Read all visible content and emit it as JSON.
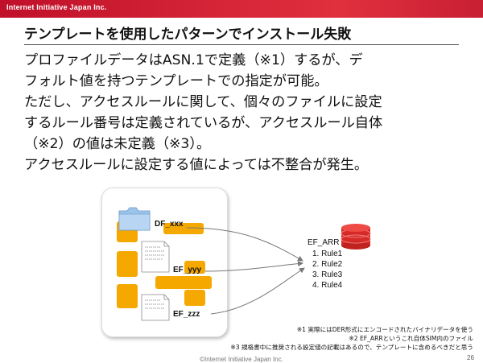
{
  "header": {
    "brand": "Internet Initiative Japan Inc."
  },
  "title": "テンプレートを使用したパターンでインストール失敗",
  "body_lines": [
    "プロファイルデータはASN.1で定義（※1）するが、デ",
    "フォルト値を持つテンプレートでの指定が可能。",
    "ただし、アクセスルールに関して、個々のファイルに設定",
    "するルール番号は定義されているが、アクセスルール自体",
    "（※2）の値は未定義（※3）。",
    "アクセスルールに設定する値によっては不整合が発生。"
  ],
  "diagram": {
    "files": [
      "DF_xxx",
      "EF_yyy",
      "EF_zzz"
    ],
    "target_label": "EF_ARR",
    "rules": [
      "1.  Rule1",
      "2.  Rule2",
      "3.  Rule3",
      "4.  Rule4"
    ],
    "colors": {
      "chip": "#f5a800",
      "db": "#e0302c",
      "folder": "#9cc3ea"
    },
    "icons": [
      "sim-card-icon",
      "folder-icon",
      "document-icon",
      "database-icon"
    ]
  },
  "notes": [
    "※1 実際にはDER形式にエンコードされたバイナリデータを使う",
    "※2 EF_ARRというこれ自体SIM内のファイル",
    "※3 規格書中に推奨される設定値の記載はあるので、テンプレートに含めるべきだと思う"
  ],
  "footer": {
    "copyright": "©Internet Initiative Japan Inc.",
    "page": "26"
  }
}
